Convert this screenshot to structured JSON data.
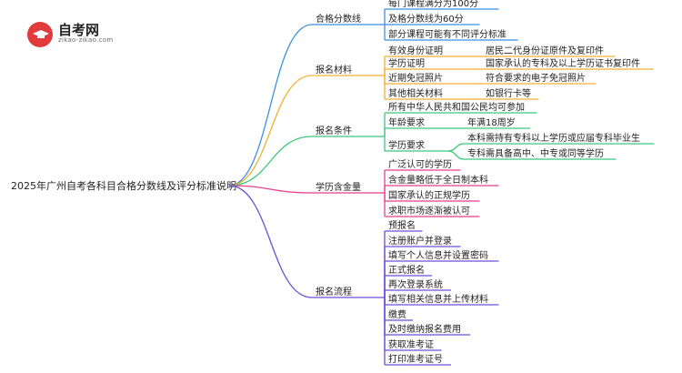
{
  "logo": {
    "name": "自考网",
    "url": "zikao-zikao.com"
  },
  "root": "2025年广州自考各科目合格分数线及评分标准说明",
  "colors": {
    "blue": "#3b8fe0",
    "orange": "#f0b030",
    "green": "#3cc87a",
    "pink": "#e83e8c",
    "purple": "#6a4fd8"
  },
  "branches": [
    {
      "label": "合格分数线",
      "color": "blue",
      "children": [
        {
          "label": "每门课程满分为100分"
        },
        {
          "label": "及格分数线为60分"
        },
        {
          "label": "部分课程可能有不同评分标准"
        }
      ]
    },
    {
      "label": "报名材料",
      "color": "orange",
      "children": [
        {
          "label": "有效身份证明",
          "children": [
            {
              "label": "居民二代身份证原件及复印件"
            }
          ]
        },
        {
          "label": "学历证明",
          "children": [
            {
              "label": "国家承认的专科及以上学历证书复印件"
            }
          ]
        },
        {
          "label": "近期免冠照片",
          "children": [
            {
              "label": "符合要求的电子免冠照片"
            }
          ]
        },
        {
          "label": "其他相关材料",
          "children": [
            {
              "label": "如银行卡等"
            }
          ]
        }
      ]
    },
    {
      "label": "报名条件",
      "color": "green",
      "children": [
        {
          "label": "所有中华人民共和国公民均可参加"
        },
        {
          "label": "年龄要求",
          "children": [
            {
              "label": "年满18周岁"
            }
          ]
        },
        {
          "label": "学历要求",
          "children": [
            {
              "label": "本科需持有专科以上学历或应届专科毕业生"
            },
            {
              "label": "专科需具备高中、中专或同等学历"
            }
          ]
        }
      ]
    },
    {
      "label": "学历含金量",
      "color": "pink",
      "children": [
        {
          "label": "广泛认可的学历"
        },
        {
          "label": "含金量略低于全日制本科"
        },
        {
          "label": "国家承认的正规学历"
        },
        {
          "label": "求职市场逐渐被认可"
        }
      ]
    },
    {
      "label": "报名流程",
      "color": "purple",
      "children": [
        {
          "label": "预报名"
        },
        {
          "label": "注册账户并登录"
        },
        {
          "label": "填写个人信息并设置密码"
        },
        {
          "label": "正式报名"
        },
        {
          "label": "再次登录系统"
        },
        {
          "label": "填写相关信息并上传材料"
        },
        {
          "label": "缴费"
        },
        {
          "label": "及时缴纳报名费用"
        },
        {
          "label": "获取准考证"
        },
        {
          "label": "打印准考证号"
        }
      ]
    }
  ]
}
